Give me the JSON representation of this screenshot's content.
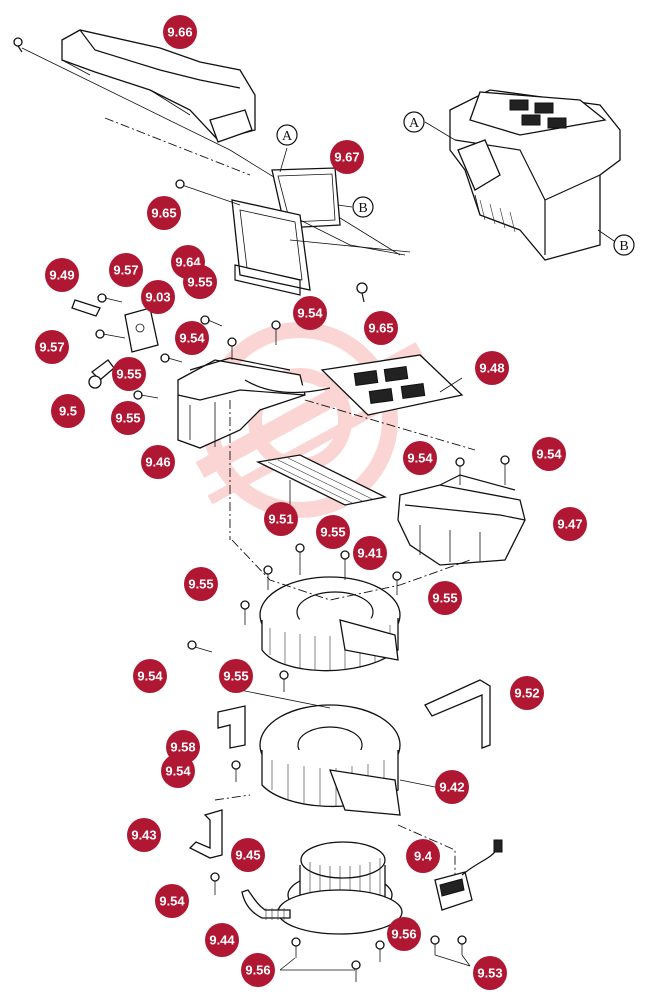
{
  "colors": {
    "callout": "#b01733",
    "callout_text": "#ffffff",
    "line": "#111111",
    "watermark": "#f04040"
  },
  "callouts": [
    {
      "id": "c-966",
      "label": "9.66"
    },
    {
      "id": "c-967",
      "label": "9.67"
    },
    {
      "id": "c-965a",
      "label": "9.65"
    },
    {
      "id": "c-964",
      "label": "9.64"
    },
    {
      "id": "c-965b",
      "label": "9.65"
    },
    {
      "id": "c-949",
      "label": "9.49"
    },
    {
      "id": "c-957a",
      "label": "9.57"
    },
    {
      "id": "c-903",
      "label": "9.03"
    },
    {
      "id": "c-955a",
      "label": "9.55"
    },
    {
      "id": "c-954a",
      "label": "9.54"
    },
    {
      "id": "c-957b",
      "label": "9.57"
    },
    {
      "id": "c-954b",
      "label": "9.54"
    },
    {
      "id": "c-955b",
      "label": "9.55"
    },
    {
      "id": "c-948",
      "label": "9.48"
    },
    {
      "id": "c-95",
      "label": "9.5"
    },
    {
      "id": "c-955c",
      "label": "9.55"
    },
    {
      "id": "c-946",
      "label": "9.46"
    },
    {
      "id": "c-954c",
      "label": "9.54"
    },
    {
      "id": "c-954d",
      "label": "9.54"
    },
    {
      "id": "c-951",
      "label": "9.51"
    },
    {
      "id": "c-947",
      "label": "9.47"
    },
    {
      "id": "c-955d",
      "label": "9.55"
    },
    {
      "id": "c-941",
      "label": "9.41"
    },
    {
      "id": "c-955e",
      "label": "9.55"
    },
    {
      "id": "c-955f",
      "label": "9.55"
    },
    {
      "id": "c-954e",
      "label": "9.54"
    },
    {
      "id": "c-955g",
      "label": "9.55"
    },
    {
      "id": "c-952",
      "label": "9.52"
    },
    {
      "id": "c-958",
      "label": "9.58"
    },
    {
      "id": "c-954f",
      "label": "9.54"
    },
    {
      "id": "c-942",
      "label": "9.42"
    },
    {
      "id": "c-943",
      "label": "9.43"
    },
    {
      "id": "c-945",
      "label": "9.45"
    },
    {
      "id": "c-94",
      "label": "9.4"
    },
    {
      "id": "c-954g",
      "label": "9.54"
    },
    {
      "id": "c-944",
      "label": "9.44"
    },
    {
      "id": "c-956a",
      "label": "9.56"
    },
    {
      "id": "c-956b",
      "label": "9.56"
    },
    {
      "id": "c-953",
      "label": "9.53"
    }
  ],
  "refs": {
    "a1": "A",
    "b1": "B",
    "a2": "A",
    "b2": "B"
  }
}
